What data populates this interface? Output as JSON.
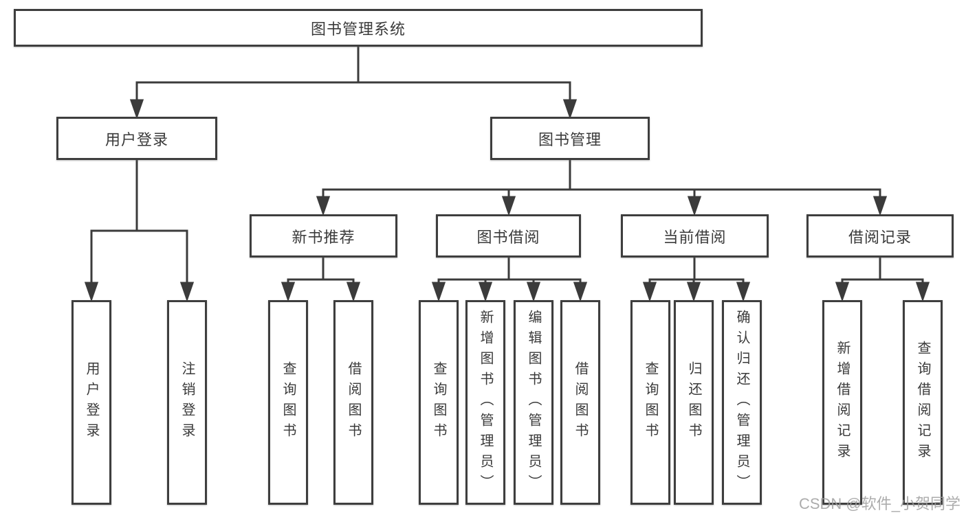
{
  "diagram_title": "图书管理系统",
  "tree": {
    "label": "图书管理系统",
    "children": [
      {
        "label": "用户登录",
        "children": [
          {
            "label": "用户登录"
          },
          {
            "label": "注销登录"
          }
        ]
      },
      {
        "label": "图书管理",
        "children": [
          {
            "label": "新书推荐",
            "children": [
              {
                "label": "查询图书"
              },
              {
                "label": "借阅图书"
              }
            ]
          },
          {
            "label": "图书借阅",
            "children": [
              {
                "label": "查询图书"
              },
              {
                "label": "新增图书（管理员）"
              },
              {
                "label": "编辑图书（管理员）"
              },
              {
                "label": "借阅图书"
              }
            ]
          },
          {
            "label": "当前借阅",
            "children": [
              {
                "label": "查询图书"
              },
              {
                "label": "归还图书"
              },
              {
                "label": "确认归还（管理员）"
              }
            ]
          },
          {
            "label": "借阅记录",
            "children": [
              {
                "label": "新增借阅记录"
              },
              {
                "label": "查询借阅记录"
              }
            ]
          }
        ]
      }
    ]
  },
  "watermark": {
    "text": "CSDN @软件_小贺同学"
  },
  "colors": {
    "line": "#3b3b3b",
    "border": "#3e3e3e",
    "text": "#3a3a3a",
    "watermark": "#9e9e9e",
    "background": "#ffffff"
  }
}
